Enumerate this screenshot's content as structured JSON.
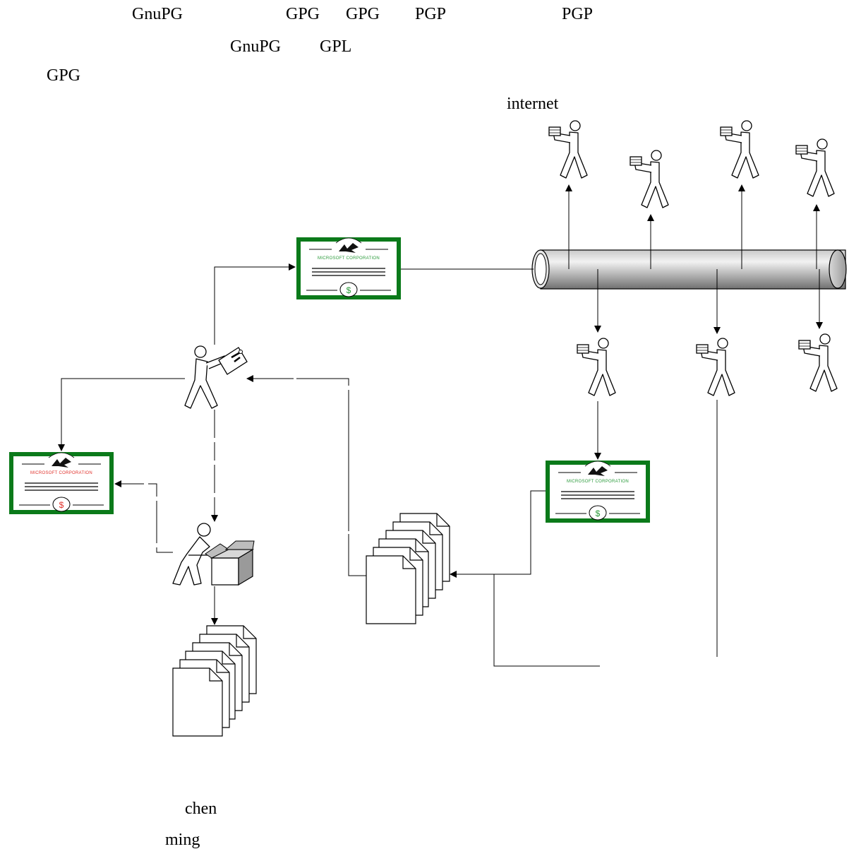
{
  "header": {
    "line1": [
      "GnuPG",
      "GPG",
      "GPG",
      "PGP",
      "PGP"
    ],
    "line2": [
      "GnuPG",
      "GPL"
    ],
    "line3": [
      "GPG"
    ]
  },
  "labels": {
    "internet": "internet",
    "footer_name_1": "chen",
    "footer_name_2": "ming"
  },
  "certificate": {
    "company": "MICROSOFT CORPORATION",
    "symbol": "$"
  },
  "colors": {
    "certificate_border": "#0b7a1a",
    "certificate_text_green": "#2a9a3a",
    "certificate_text_red": "#e0302a",
    "pipe_dark": "#8a8a8a",
    "pipe_light": "#f0f0f0"
  }
}
